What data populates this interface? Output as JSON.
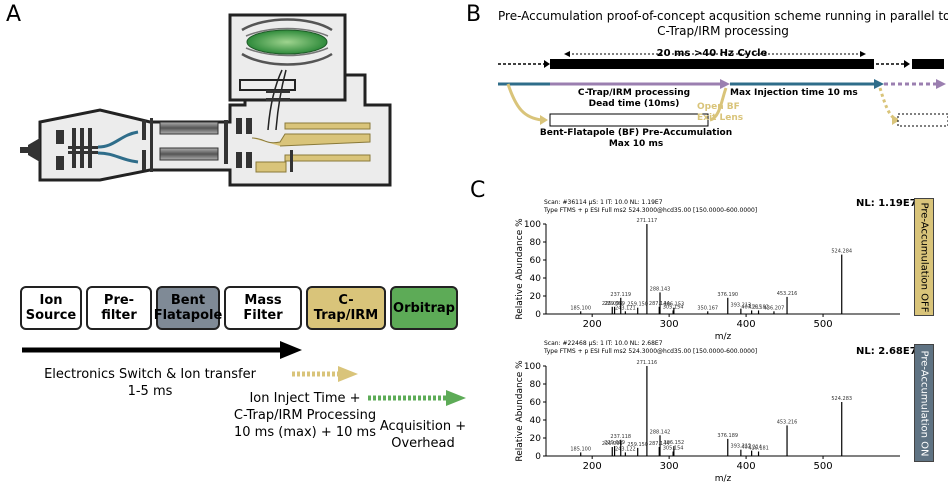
{
  "panels": {
    "a": "A",
    "b": "B",
    "c": "C"
  },
  "pipeline": {
    "boxes": [
      {
        "label": "Ion Source",
        "fill": "#ffffff"
      },
      {
        "label": "Pre-filter",
        "fill": "#ffffff"
      },
      {
        "label": "Bent Flatapole",
        "fill": "#7f8a96"
      },
      {
        "label": "Mass Filter",
        "fill": "#ffffff"
      },
      {
        "label": "C-Trap/IRM",
        "fill": "#d9c47a"
      },
      {
        "label": "Orbitrap",
        "fill": "#5dab57"
      }
    ],
    "steps": [
      {
        "text": "Electronics Switch & Ion transfer",
        "sub": "1-5 ms"
      },
      {
        "text": "Ion Inject Time +",
        "line2": "C-Trap/IRM Processing",
        "line3": "10 ms (max) + 10 ms"
      },
      {
        "text": "Acquisition +",
        "line2": "Overhead"
      }
    ]
  },
  "scheme": {
    "title_line1": "Pre-Accumulation proof-of-concept acqusition scheme running in parallel to",
    "title_line2": "C-Trap/IRM processing",
    "cycle": "20 ms >40 Hz Cycle",
    "ctrap_processing": "C-Trap/IRM processing",
    "dead_time": "Dead time (10ms)",
    "max_injection": "Max Injection time 10 ms",
    "open_bf": "Open BF",
    "exit_lens": "Exit Lens",
    "bf_preacc": "Bent-Flatapole (BF) Pre-Accumulation",
    "bf_max": "Max 10 ms",
    "colors": {
      "teal": "#2f6d8a",
      "purple": "#9b7fb0",
      "gold": "#d9c47a"
    }
  },
  "spectra": {
    "ylabel": "Relative Abundance %",
    "xlabel": "m/z",
    "xticks": [
      "200",
      "300",
      "400",
      "500"
    ],
    "yticks": [
      "0",
      "20",
      "40",
      "60",
      "80",
      "100"
    ],
    "top": {
      "scan": "Scan: #36114 µS: 1 IT: 10.0 NL: 1.19E7",
      "type": "Type FTMS + p ESI Full ms2 524.3000@hcd35.00 [150.0000-600.0000]",
      "nl": "NL: 1.19E7",
      "tab": "Pre-Accumulation OFF",
      "tab_color": "#d9c47a"
    },
    "bottom": {
      "scan": "Scan: #22468 µS: 1 IT: 10.0 NL: 2.68E7",
      "type": "Type FTMS + p ESI Full ms2 524.3000@hcd35.00 [150.0000-600.0000]",
      "nl": "NL: 2.68E7",
      "tab": "Pre-Accumulation ON",
      "tab_color": "#5f7383"
    }
  },
  "chart_data": [
    {
      "type": "bar",
      "title": "NL: 1.19E7",
      "xlabel": "m/z",
      "ylabel": "Relative Abundance %",
      "xlim": [
        140,
        600
      ],
      "ylim": [
        0,
        100
      ],
      "peaks": [
        {
          "x": 226.096,
          "y": 8,
          "label": "226.096"
        },
        {
          "x": 185.1,
          "y": 3,
          "label": "185.100"
        },
        {
          "x": 229.099,
          "y": 8,
          "label": "229.099"
        },
        {
          "x": 243.121,
          "y": 3,
          "label": "243.121"
        },
        {
          "x": 237.119,
          "y": 18,
          "label": "237.119"
        },
        {
          "x": 259.15,
          "y": 7,
          "label": "259.150"
        },
        {
          "x": 271.117,
          "y": 100,
          "label": "271.117"
        },
        {
          "x": 288.143,
          "y": 24,
          "label": "288.143"
        },
        {
          "x": 306.153,
          "y": 7,
          "label": "306.153"
        },
        {
          "x": 305.154,
          "y": 4,
          "label": "305.154"
        },
        {
          "x": 287.144,
          "y": 8,
          "label": "287.144"
        },
        {
          "x": 350.167,
          "y": 3,
          "label": "350.167"
        },
        {
          "x": 376.19,
          "y": 18,
          "label": "376.190"
        },
        {
          "x": 393.213,
          "y": 6,
          "label": "393.213"
        },
        {
          "x": 416.182,
          "y": 4,
          "label": "416.182"
        },
        {
          "x": 407.215,
          "y": 4,
          "label": "407.215"
        },
        {
          "x": 453.216,
          "y": 19,
          "label": "453.216"
        },
        {
          "x": 436.207,
          "y": 3,
          "label": "436.207"
        },
        {
          "x": 524.284,
          "y": 66,
          "label": "524.284"
        }
      ]
    },
    {
      "type": "bar",
      "title": "NL: 2.68E7",
      "xlabel": "m/z",
      "ylabel": "Relative Abundance %",
      "xlim": [
        140,
        600
      ],
      "ylim": [
        0,
        100
      ],
      "peaks": [
        {
          "x": 226.096,
          "y": 10,
          "label": "226.096"
        },
        {
          "x": 185.1,
          "y": 4,
          "label": "185.100"
        },
        {
          "x": 229.099,
          "y": 11,
          "label": "229.099"
        },
        {
          "x": 243.122,
          "y": 4,
          "label": "243.122"
        },
        {
          "x": 237.118,
          "y": 18,
          "label": "237.118"
        },
        {
          "x": 259.15,
          "y": 9,
          "label": "259.150"
        },
        {
          "x": 271.116,
          "y": 100,
          "label": "271.116"
        },
        {
          "x": 288.142,
          "y": 23,
          "label": "288.142"
        },
        {
          "x": 306.152,
          "y": 11,
          "label": "306.152"
        },
        {
          "x": 305.154,
          "y": 5,
          "label": "305.154"
        },
        {
          "x": 287.144,
          "y": 10,
          "label": "287.144"
        },
        {
          "x": 407.214,
          "y": 6,
          "label": "407.214"
        },
        {
          "x": 376.189,
          "y": 19,
          "label": "376.189"
        },
        {
          "x": 393.212,
          "y": 7,
          "label": "393.212"
        },
        {
          "x": 416.181,
          "y": 5,
          "label": "416.181"
        },
        {
          "x": 453.216,
          "y": 34,
          "label": "453.216"
        },
        {
          "x": 524.283,
          "y": 60,
          "label": "524.283"
        }
      ]
    }
  ]
}
